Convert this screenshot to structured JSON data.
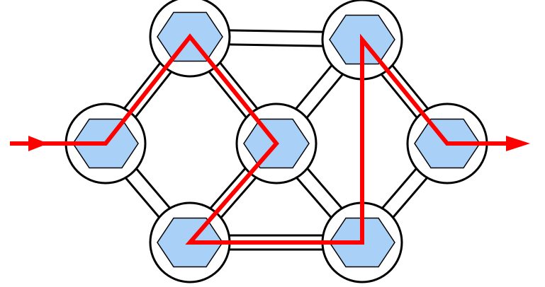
{
  "diagram": {
    "type": "node-link network with path",
    "nodes": [
      {
        "id": "node-left"
      },
      {
        "id": "node-top-left"
      },
      {
        "id": "node-center"
      },
      {
        "id": "node-bottom-left"
      },
      {
        "id": "node-top-right"
      },
      {
        "id": "node-bottom-right"
      },
      {
        "id": "node-right"
      }
    ],
    "links": [
      [
        "node-left",
        "node-top-left"
      ],
      [
        "node-left",
        "node-bottom-left"
      ],
      [
        "node-top-left",
        "node-center"
      ],
      [
        "node-top-left",
        "node-top-right"
      ],
      [
        "node-bottom-left",
        "node-center"
      ],
      [
        "node-bottom-left",
        "node-bottom-right"
      ],
      [
        "node-center",
        "node-top-right"
      ],
      [
        "node-center",
        "node-bottom-right"
      ],
      [
        "node-top-right",
        "node-right"
      ],
      [
        "node-bottom-right",
        "node-right"
      ]
    ],
    "path": [
      "node-left",
      "node-top-left",
      "node-center",
      "node-bottom-left",
      "node-bottom-right",
      "node-top-right",
      "node-right"
    ],
    "colors": {
      "node_fill": "#ffffff",
      "node_stroke": "#000000",
      "hexagon_fill": "#a9d1f7",
      "hexagon_stroke": "#000000",
      "link_stroke": "#000000",
      "path_color": "#ff0000"
    }
  }
}
